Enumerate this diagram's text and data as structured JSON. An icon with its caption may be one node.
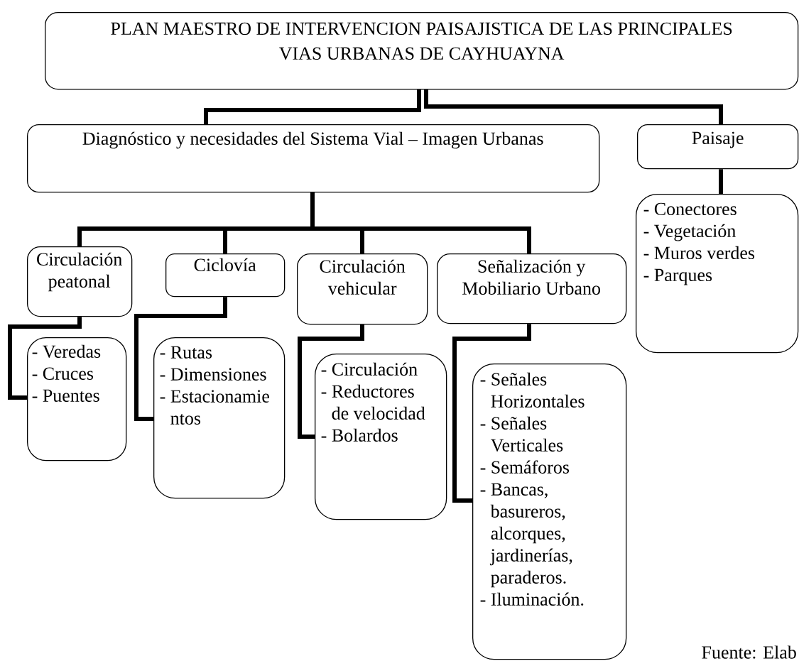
{
  "diagram": {
    "nodes": [
      {
        "text": [
          "PLAN MAESTRO DE INTERVENCION PAISAJISTICA DE LAS PRINCIPALES VIAS URBANAS DE CAYHUAYNA"
        ]
      },
      {
        "text": [
          "Diagnóstico y necesidades del Sistema Vial – Imagen Urbanas"
        ]
      },
      {
        "text": [
          "Paisaje"
        ]
      },
      {
        "text": [
          "Circulación peatonal"
        ]
      },
      {
        "text": [
          "Ciclovía"
        ]
      },
      {
        "text": [
          "Circulación vehicular"
        ]
      },
      {
        "text": [
          "Señalización y Mobiliario Urbano"
        ]
      },
      {
        "text": [
          "- Conectores",
          "- Vegetación",
          "- Muros verdes",
          "- Parques"
        ]
      },
      {
        "text": [
          "- Veredas",
          "- Cruces",
          "- Puentes"
        ]
      },
      {
        "text": [
          "- Rutas",
          "- Dimensiones",
          "- Estacionamie ntos"
        ]
      },
      {
        "text": [
          "- Circulación",
          "- Reductores de velocidad",
          "- Bolardos"
        ]
      },
      {
        "text": [
          "- Señales Horizontales",
          "- Señales Verticales",
          "- Semáforos",
          "- Bancas, basureros, alcorques, jardinerías, paraderos.",
          "- Iluminación."
        ]
      }
    ],
    "edges": [
      {
        "from": 0,
        "to": 1,
        "arrow": "none"
      },
      {
        "from": 0,
        "to": 2,
        "arrow": "none"
      },
      {
        "from": 1,
        "to": 3,
        "arrow": "none"
      },
      {
        "from": 1,
        "to": 4,
        "arrow": "none"
      },
      {
        "from": 1,
        "to": 5,
        "arrow": "none"
      },
      {
        "from": 1,
        "to": 6,
        "arrow": "none"
      },
      {
        "from": 2,
        "to": 7,
        "arrow": "none"
      },
      {
        "from": 3,
        "to": 8,
        "arrow": "none"
      },
      {
        "from": 4,
        "to": 9,
        "arrow": "none"
      },
      {
        "from": 5,
        "to": 10,
        "arrow": "none"
      },
      {
        "from": 6,
        "to": 11,
        "arrow": "none"
      }
    ],
    "labels": [
      "Fuente: Elab"
    ]
  }
}
